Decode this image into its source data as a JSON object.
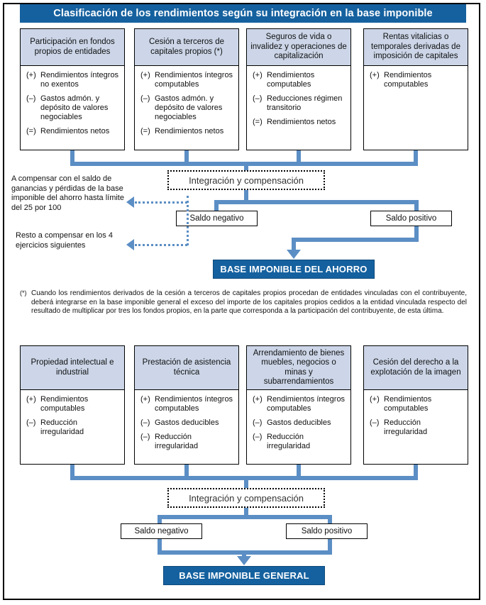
{
  "title": "Clasificación de los rendimientos según su integración en la base imponible",
  "colors": {
    "header_blue": "#15619F",
    "card_header": "#ccd6e8",
    "connector_blue": "#5b8ec4",
    "border": "#000000"
  },
  "savings_section": {
    "cards": [
      {
        "header": "Participación en fondos propios de entidades",
        "lines": [
          {
            "sign": "(+)",
            "text": "Rendimientos íntegros no exentos"
          },
          {
            "sign": "(–)",
            "text": "Gastos admón. y depósito de valores negociables"
          },
          {
            "sign": "(=)",
            "text": "Rendimientos netos"
          }
        ]
      },
      {
        "header": "Cesión a terceros de capitales propios (*)",
        "lines": [
          {
            "sign": "(+)",
            "text": "Rendimientos íntegros computables"
          },
          {
            "sign": "(–)",
            "text": "Gastos admón. y depósito de valores negociables"
          },
          {
            "sign": "(=)",
            "text": "Rendimientos netos"
          }
        ]
      },
      {
        "header": "Seguros de vida o invalidez y operaciones de capitalización",
        "lines": [
          {
            "sign": "(+)",
            "text": "Rendimientos computables"
          },
          {
            "sign": "(–)",
            "text": "Reducciones régimen transitorio"
          },
          {
            "sign": "(=)",
            "text": "Rendimientos netos"
          }
        ]
      },
      {
        "header": "Rentas vitalicias o temporales derivadas de imposición de capitales",
        "lines": [
          {
            "sign": "(+)",
            "text": "Rendimientos computables"
          }
        ]
      }
    ],
    "integration_label": "Integración y compensación",
    "negative_label": "Saldo negativo",
    "positive_label": "Saldo positivo",
    "note_1": "A compensar con el saldo de ganancias y pérdidas de la base imponible del ahorro hasta límite del 25 por 100",
    "note_2": "Resto a compensar en los 4 ejercicios siguientes",
    "result": "BASE IMPONIBLE DEL AHORRO"
  },
  "footnote": {
    "marker": "(*)",
    "text": "Cuando los rendimientos derivados de la cesión a terceros de capitales propios procedan de entidades vinculadas con el contribuyente, deberá integrarse en la base imponible general el exceso del importe de los capitales propios cedidos a la entidad vinculada respecto del resultado de multiplicar por tres los fondos propios, en la parte que corresponda a la participación del contribuyente, de esta última."
  },
  "general_section": {
    "cards": [
      {
        "header": "Propiedad intelectual e industrial",
        "lines": [
          {
            "sign": "(+)",
            "text": "Rendimientos computables"
          },
          {
            "sign": "(–)",
            "text": "Reducción irregularidad"
          }
        ]
      },
      {
        "header": "Prestación de asistencia técnica",
        "lines": [
          {
            "sign": "(+)",
            "text": "Rendimientos íntegros computables"
          },
          {
            "sign": "(–)",
            "text": "Gastos deducibles"
          },
          {
            "sign": "(–)",
            "text": "Reducción irregularidad"
          }
        ]
      },
      {
        "header": "Arrendamiento de bienes muebles, negocios o minas y subarrendamientos",
        "lines": [
          {
            "sign": "(+)",
            "text": "Rendimientos íntegros computables"
          },
          {
            "sign": "(–)",
            "text": "Gastos deducibles"
          },
          {
            "sign": "(–)",
            "text": "Reducción irregularidad"
          }
        ]
      },
      {
        "header": "Cesión del derecho a la explotación de la imagen",
        "lines": [
          {
            "sign": "(+)",
            "text": "Rendimientos computables"
          },
          {
            "sign": "(–)",
            "text": "Reducción irregularidad"
          }
        ]
      }
    ],
    "integration_label": "Integración y compensación",
    "negative_label": "Saldo negativo",
    "positive_label": "Saldo positivo",
    "result": "BASE IMPONIBLE GENERAL"
  }
}
